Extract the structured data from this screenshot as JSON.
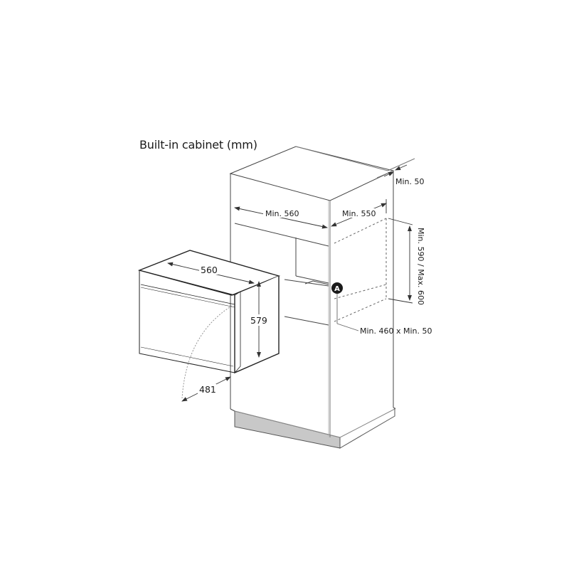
{
  "title": "Built-in cabinet (mm)",
  "labels": {
    "cabinet_gap_top": "Min. 50",
    "cabinet_width": "Min. 560",
    "cabinet_depth": "Min. 550",
    "cabinet_height": "Min. 590 / Max. 600",
    "vent_marker": "A",
    "vent_size": "Min. 460 x Min. 50",
    "oven_width": "560",
    "oven_height": "579",
    "door_swing": "481"
  },
  "colors": {
    "line": "#333333",
    "plinth": "#c8c8c8",
    "marker": "#1a1a1a"
  }
}
